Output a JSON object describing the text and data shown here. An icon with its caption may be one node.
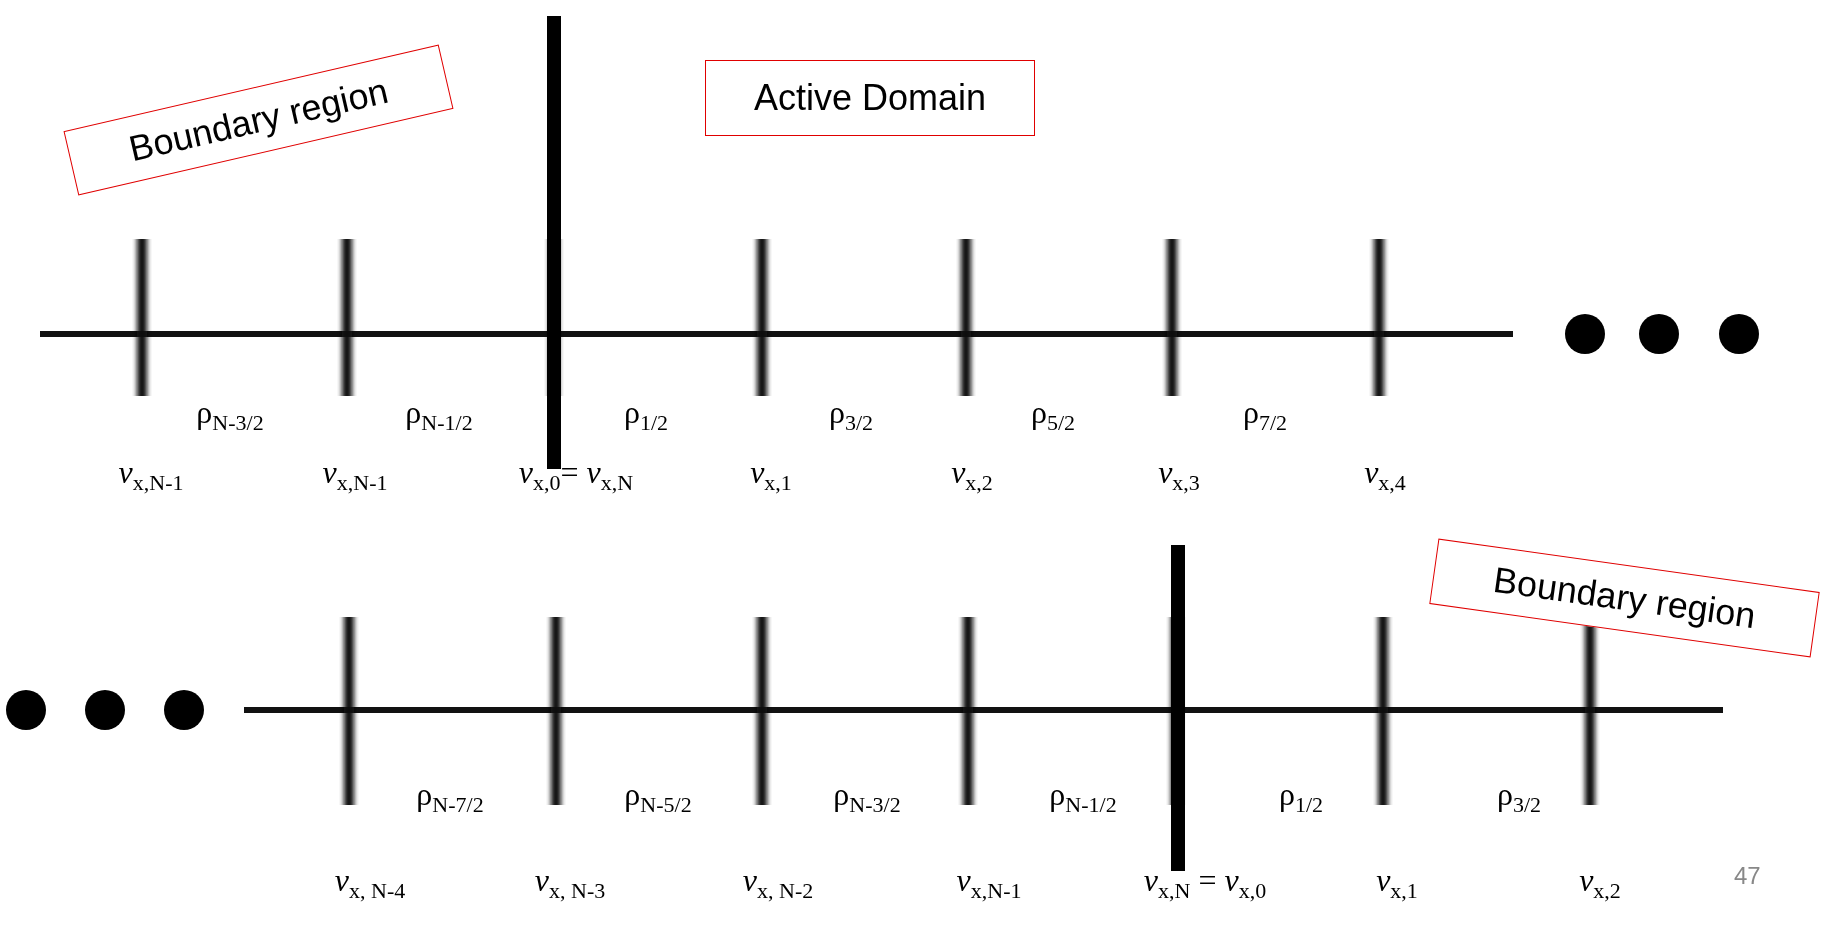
{
  "diagram": {
    "nodes": [
      {
        "text": [
          "Boundary region"
        ]
      },
      {
        "text": [
          "Active Domain"
        ]
      },
      {
        "text": [
          "Boundary region"
        ]
      }
    ],
    "labels": [
      "ρ$_{N-3/2}$",
      "ρ$_{N-1/2}$",
      "ρ$_{1/2}$",
      "ρ$_{3/2}$",
      "ρ$_{5/2}$",
      "ρ$_{7/2}$",
      "*v*$_{x,N-1}$",
      "*v*$_{x,N-1}$",
      "*v*$_{x,0}$= *v*$_{x,N}$",
      "*v*$_{x,1}$",
      "*v*$_{x,2}$",
      "*v*$_{x,3}$",
      "*v*$_{x,4}$",
      "ρ$_{N-7/2}$",
      "ρ$_{N-5/2}$",
      "ρ$_{N-3/2}$",
      "ρ$_{N-1/2}$",
      "ρ$_{1/2}$",
      "ρ$_{3/2}$",
      "*v*$_{x, N-4}$",
      "*v*$_{x, N-3}$",
      "*v*$_{x, N-2}$",
      "*v*$_{x,N-1}$",
      "*v*$_{x,N}$ = *v*$_{x,0}$",
      "*v*$_{x,1}$",
      "*v*$_{x,2}$",
      "47"
    ]
  }
}
